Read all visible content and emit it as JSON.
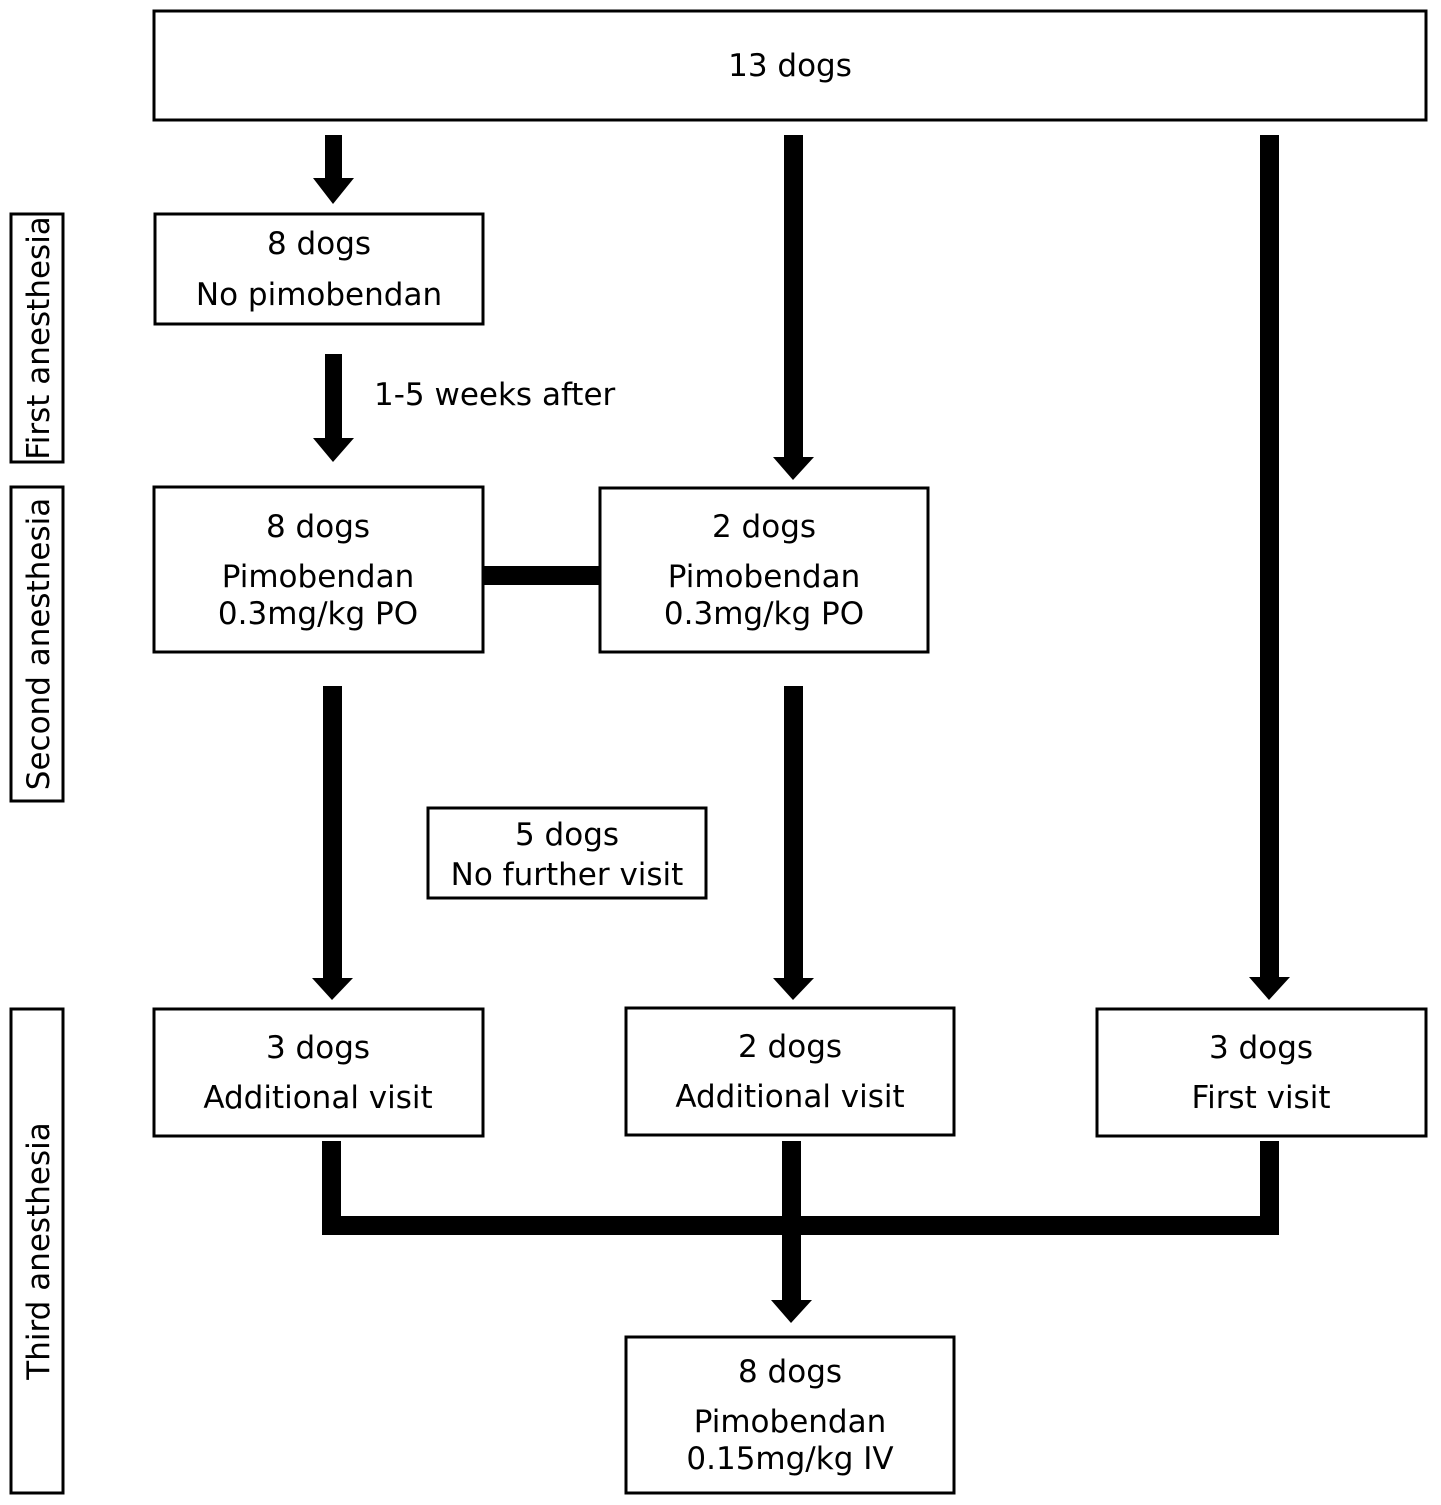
{
  "phases": {
    "first": "First anesthesia",
    "second": "Second anesthesia",
    "third": "Third anesthesia"
  },
  "nodes": {
    "top": {
      "line1": "13 dogs"
    },
    "first_group": {
      "line1": "8 dogs",
      "line2": "No pimobendan"
    },
    "interval_label": "1-5 weeks after",
    "second_left": {
      "line1": "8 dogs",
      "line2": "Pimobendan",
      "line3": "0.3mg/kg PO"
    },
    "second_mid": {
      "line1": "2 dogs",
      "line2": "Pimobendan",
      "line3": "0.3mg/kg PO"
    },
    "dropout": {
      "line1": "5 dogs",
      "line2": "No further visit"
    },
    "third_left": {
      "line1": "3 dogs",
      "line2": "Additional visit"
    },
    "third_mid": {
      "line1": "2 dogs",
      "line2": "Additional visit"
    },
    "third_right": {
      "line1": "3 dogs",
      "line2": "First visit"
    },
    "final": {
      "line1": "8 dogs",
      "line2": "Pimobendan",
      "line3": "0.15mg/kg IV"
    }
  }
}
